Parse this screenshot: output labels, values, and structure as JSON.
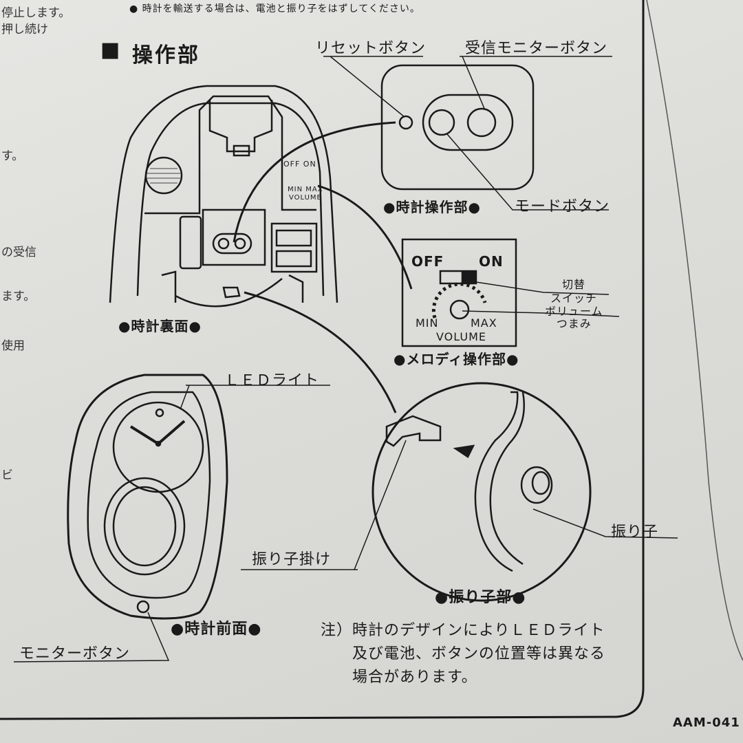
{
  "top_note": "● 時計を輸送する場合は、電池と振り子をはずしてください。",
  "left_margin_fragments": [
    "停止します。",
    "押し続け",
    "す。",
    "の受信",
    "ます。",
    "使用",
    "ビ"
  ],
  "section": {
    "marker": "■",
    "title": "操作部"
  },
  "callouts": {
    "reset_button": "リセットボタン",
    "monitor_receive_button": "受信モニターボタン",
    "mode_button": "モードボタン",
    "switch": "切替\nスイッチ",
    "volume_knob": "ボリューム\nつまみ",
    "led_light": "ＬＥＤライト",
    "pendulum_hanger": "振り子掛け",
    "pendulum": "振り子",
    "monitor_button": "モニターボタン"
  },
  "captions": {
    "clock_back": "●時計裏面●",
    "clock_controls": "●時計操作部●",
    "melody_controls": "●メロディ操作部●",
    "clock_front": "●時計前面●",
    "pendulum_part": "●振り子部●"
  },
  "melody_panel": {
    "off": "OFF",
    "on": "ON",
    "min": "MIN",
    "max": "MAX",
    "volume": "VOLUME"
  },
  "back_panel_labels": {
    "off_on": "OFF  ON",
    "min_max": "MIN MAX",
    "volume": "VOLUME"
  },
  "note": "注）時計のデザインによりＬＥＤライト\n　　及び電池、ボタンの位置等は異なる\n　　場合があります。",
  "model_code": "AAM-041"
}
